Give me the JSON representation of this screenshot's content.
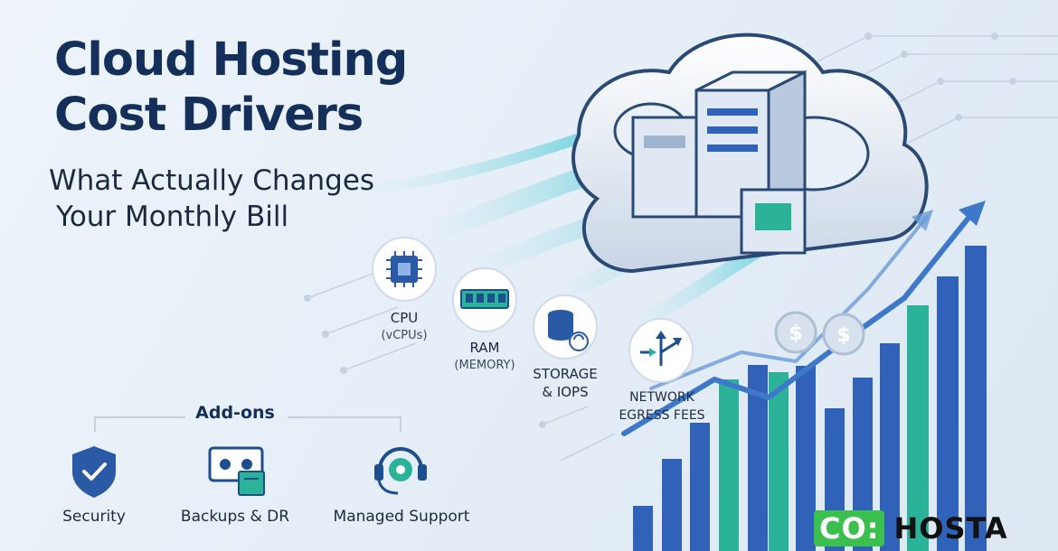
{
  "title": {
    "line1": "Cloud Hosting",
    "line2": "Cost Drivers"
  },
  "subtitle": {
    "line1": "What Actually Changes",
    "line2": "Your Monthly Bill"
  },
  "drivers": [
    {
      "label": "CPU",
      "sublabel": "(vCPUs)",
      "icon": "cpu-chip-icon"
    },
    {
      "label": "RAM",
      "sublabel": "(MEMORY)",
      "icon": "ram-module-icon"
    },
    {
      "label": "STORAGE",
      "sublabel": "& IOPS",
      "icon": "database-sync-icon"
    },
    {
      "label": "NETWORK",
      "sublabel": "EGRESS FEES",
      "icon": "network-arrows-icon"
    }
  ],
  "addons": {
    "title": "Add-ons",
    "items": [
      {
        "label": "Security",
        "icon": "shield-check-icon"
      },
      {
        "label": "Backups & DR",
        "icon": "backup-tape-icon"
      },
      {
        "label": "Managed Support",
        "icon": "headset-gear-icon"
      }
    ]
  },
  "brand": {
    "part1": "CO",
    "separator": ":",
    "part2": "HOSTA"
  },
  "colors": {
    "navy": "#14305a",
    "blue_bar": "#2f62b8",
    "teal_bar": "#2bb39a",
    "brand_green": "#3bbf4f",
    "background": "#e6eef7"
  },
  "decorations": [
    "cloud-servers-illustration",
    "rising-bar-chart-illustration",
    "dollar-coin-icon"
  ]
}
